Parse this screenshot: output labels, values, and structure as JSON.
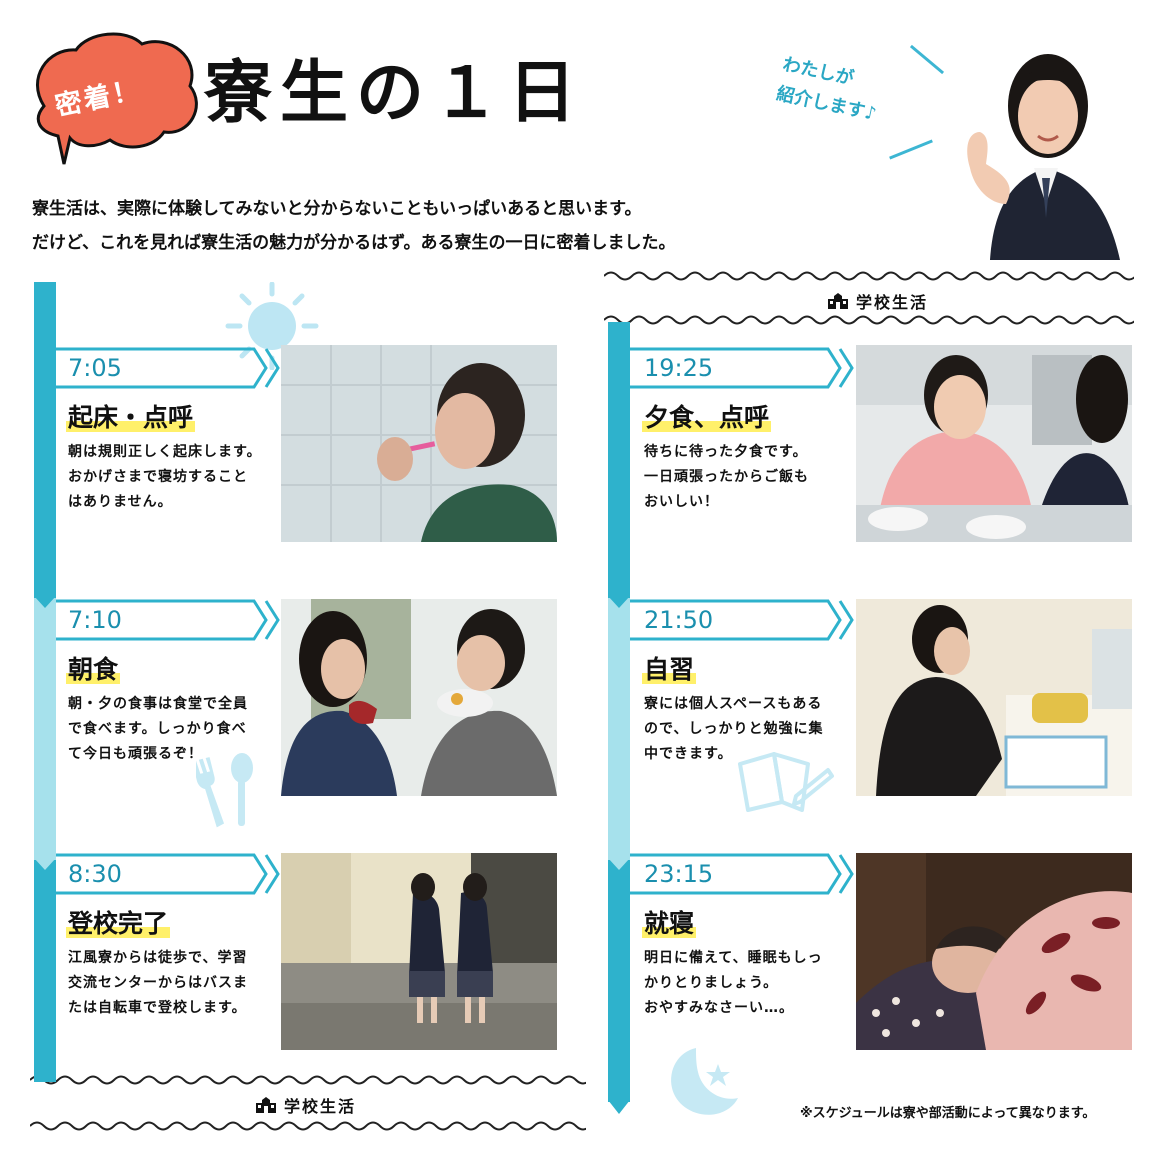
{
  "header": {
    "badge": "密着！",
    "title": "寮生の１日",
    "note_line1": "わたしが",
    "note_line2": "紹介します♪",
    "intro_line1": "寮生活は、実際に体験してみないと分からないこともいっぱいあると思います。",
    "intro_line2": "だけど、これを見れば寮生活の魅力が分かるはず。ある寮生の一日に密着しました。"
  },
  "school_label": "学校生活",
  "schedule_left": [
    {
      "time": "7:05",
      "title": "起床・点呼",
      "desc": "朝は規則正しく起床します。\nおかげさまで寝坊すること\nはありません。"
    },
    {
      "time": "7:10",
      "title": "朝食",
      "desc": "朝・夕の食事は食堂で全員\nで食べます。しっかり食べ\nて今日も頑張るぞ！"
    },
    {
      "time": "8:30",
      "title": "登校完了",
      "desc": "江風寮からは徒歩で、学習\n交流センターからはバスま\nたは自転車で登校します。"
    }
  ],
  "schedule_right": [
    {
      "time": "19:25",
      "title": "夕食、点呼",
      "desc": "待ちに待った夕食です。\n一日頑張ったからご飯も\nおいしい！"
    },
    {
      "time": "21:50",
      "title": "自習",
      "desc": "寮には個人スペースもある\nので、しっかりと勉強に集\n中できます。"
    },
    {
      "time": "23:15",
      "title": "就寝",
      "desc": "明日に備えて、睡眠もしっ\nかりとりましょう。\nおやすみなさーい…。"
    }
  ],
  "footnote": "※スケジュールは寮や部活動によって異なります。",
  "colors": {
    "accent": "#2eb2cc",
    "accent_light": "#a6e1ec",
    "badge": "#ef6a50",
    "highlight": "#fff06a"
  }
}
